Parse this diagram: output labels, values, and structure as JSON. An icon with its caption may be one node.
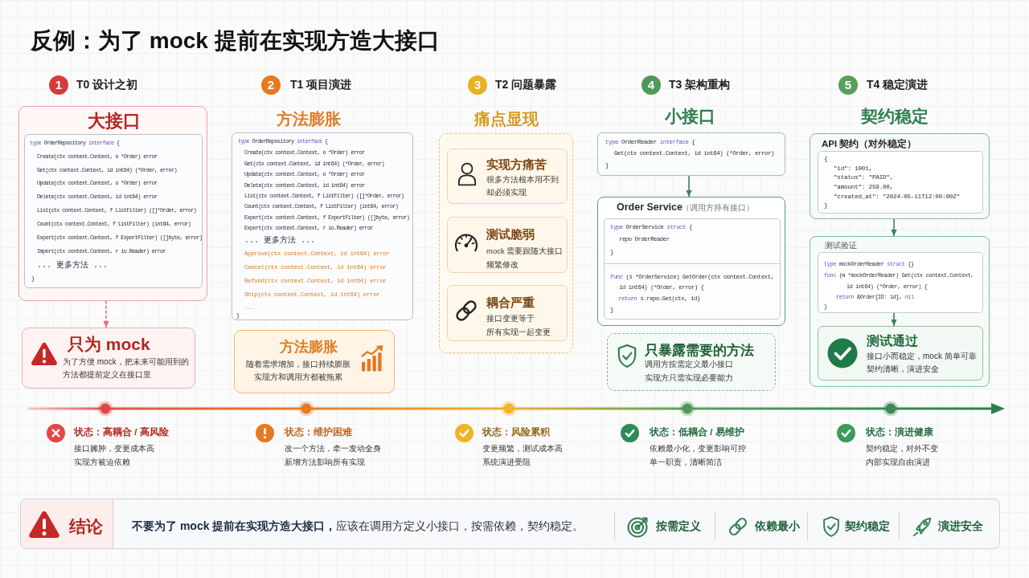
{
  "diagram": {
    "title": "反例：为了 mock 提前在实现方造大接口",
    "nodes": [
      {
        "text": [
          "1"
        ],
        "beside": [
          "T0 设计之初"
        ]
      },
      {
        "text": [
          "2"
        ],
        "beside": [
          "T1 项目演进"
        ]
      },
      {
        "text": [
          "3"
        ],
        "beside": [
          "T2 问题暴露"
        ]
      },
      {
        "text": [
          "4"
        ],
        "beside": [
          "T3 架构重构"
        ]
      },
      {
        "text": [
          "5"
        ],
        "beside": [
          "T4 稳定演进"
        ]
      },
      {
        "text": [
          "大接口"
        ]
      },
      {
        "text": [
          "type OrderRepository interface {",
          "Create(ctx context.Context, o *Order) error",
          "Get(ctx context.Context, id int64) (*Order, error)",
          "Update(ctx context.Context, o *Order) error",
          "Delete(ctx context.Context, id int64) error",
          "List(ctx context.Context, f ListFilter) ([]*Order, error)",
          "Count(ctx context.Context, f ListFilter) (int64, error)",
          "Export(ctx context.Context, f ExportFilter) ([]byte, error)",
          "Import(ctx context.Context, r io.Reader) error",
          "... 更多方法 ...",
          "}"
        ],
        "in": 5
      },
      {
        "text": [
          "只为 mock",
          "为了方便 mock，把未来可能用到的方法都提前定义在接口里"
        ]
      },
      {
        "text": [
          "方法膨胀",
          "type OrderRepository interface {",
          "Create(ctx context.Context, o *Order) error",
          "Get(ctx context.Context, id int64) (*Order, error)",
          "Update(ctx context.Context, o *Order) error",
          "Delete(ctx context.Context, id int64) error",
          "List(ctx context.Context, f ListFilter) ([]*Order, error)",
          "Count(ctx context.Context, f ListFilter) (int64, error)",
          "Export(ctx context.Context, f ExportFilter) ([]byte, error)",
          "Export(ctx context.Context, r io.Reader) error",
          "... 更多方法 ...",
          "Approve(ctx context.Context, id int64) error",
          "Cancel(ctx context.Context, id int64) error",
          "Refund(ctx context.Context, id int64) error",
          "Ship(ctx context.Context, id int64) error",
          "...",
          "}"
        ]
      },
      {
        "text": [
          "方法膨胀",
          "随着需求增加，接口持续膨胀实现方和调用方都被拖累"
        ]
      },
      {
        "text": [
          "痛点显现"
        ]
      },
      {
        "text": [
          "实现方痛苦",
          "很多方法根本用不到却必须实现"
        ],
        "in": 10
      },
      {
        "text": [
          "测试脆弱",
          "mock 需要跟随大接口频繁修改"
        ],
        "in": 10
      },
      {
        "text": [
          "耦合严重",
          "接口变更等于所有实现一起变更"
        ],
        "in": 10
      },
      {
        "text": [
          "小接口",
          "type OrderReader interface {",
          "Get(ctx context.Context, id int64) (*Order, error)",
          "}"
        ]
      },
      {
        "text": [
          "Order Service",
          "（调用方持有接口）"
        ]
      },
      {
        "text": [
          "type OrderService struct {",
          "repo OrderReader",
          "}",
          "func (s *OrderService) GetOrder(ctx context.Context,",
          "id int64) (*Order, error) {",
          "return s.repo.Get(ctx, id)",
          "}"
        ],
        "in": 15
      },
      {
        "text": [
          "只暴露需要的方法",
          "调用方按需定义最小接口实现方只需实现必要能力"
        ]
      },
      {
        "text": [
          "契约稳定",
          "API 契约（对外稳定）"
        ]
      },
      {
        "text": [
          "{",
          "\"id\": 1001,",
          "\"status\": \"PAID\",",
          "\"amount\": 259.00,",
          "\"created_at\": \"2024-05-11T12:00:00Z\"",
          "}"
        ],
        "in": 18
      },
      {
        "text": [
          "测试验证"
        ]
      },
      {
        "text": [
          "type mockOrderReader struct {}",
          "func (m *mockOrderReader) Get(ctx context.Context,",
          "id int64) (*Order, error) {",
          "return &Order{ID: id}, nil",
          "}"
        ],
        "in": 20
      },
      {
        "text": [
          "测试通过",
          "接口小而稳定，mock 简单可靠契约清晰，演进安全"
        ],
        "in": 20
      },
      {
        "text": [
          "结论",
          "**不要为了 mock 提前在实现方造大接口，**应该在调用方定义小接口，按需依赖，契约稳定。",
          "按需定义",
          "依赖最小",
          "契约稳定",
          "演进安全"
        ]
      }
    ],
    "edges": [
      {
        "from": 5,
        "to": 7,
        "arrow": "to",
        "style": "dashed",
        "color": "#e57373"
      },
      {
        "from": 14,
        "to": 15,
        "arrow": "to"
      },
      {
        "from": 18,
        "to": 20,
        "arrow": "to"
      },
      {
        "from": 21,
        "to": 22,
        "arrow": "to"
      }
    ],
    "labels": [
      "状态：高耦合 / 高风险",
      "接口臃肿，变更成本高实现方被迫依赖",
      "状态：维护困难",
      "改一个方法，牵一发动全身新增方法影响所有实现",
      "状态：风险累积",
      "变更频繁，测试成本高系统演进受阻",
      "状态：低耦合 / 易维护",
      "依赖最小化，变更影响可控单一职责，清晰简洁",
      "状态：演进健康",
      "契约稳定，对外不变内部实现自由演进"
    ]
  }
}
